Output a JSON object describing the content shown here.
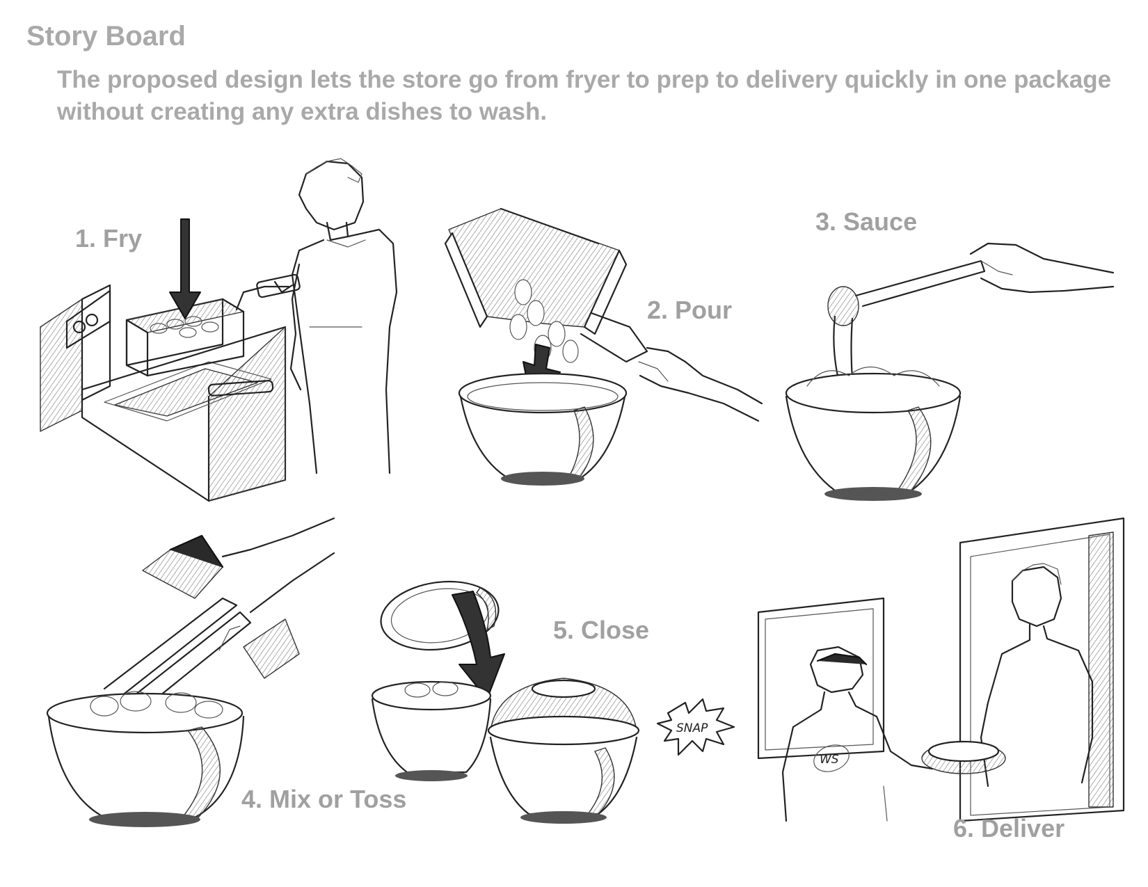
{
  "title": "Story Board",
  "subtitle": "The proposed design lets the store go from fryer to prep to delivery quickly in one package without creating any extra dishes to wash.",
  "steps": [
    {
      "label": "1. Fry"
    },
    {
      "label": "2. Pour"
    },
    {
      "label": "3. Sauce"
    },
    {
      "label": "4. Mix or Toss"
    },
    {
      "label": "5. Close"
    },
    {
      "label": "6. Deliver"
    }
  ],
  "sound_effect": "SNAP",
  "shirt_logo": "WS"
}
